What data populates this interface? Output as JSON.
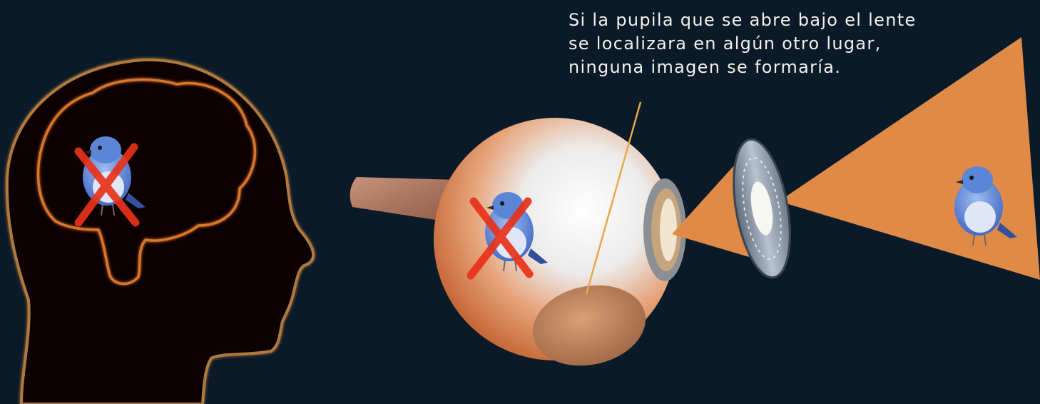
{
  "caption": {
    "lines": [
      "Si la pupila que se abre bajo el lente",
      "se localizara en algún otro lugar,",
      "ninguna imagen se formaría."
    ]
  },
  "colors": {
    "background": "#0b1a28",
    "head_fill": "#0a0604",
    "head_outline": "#b07a3c",
    "brain_outline": "#d9762c",
    "light_beam": "#e08a48",
    "cross": "#e8321a",
    "pointer_line": "#e8a848",
    "caption_text": "#f3f0ea"
  },
  "icons": [
    "head-silhouette-icon",
    "brain-icon",
    "bird-icon",
    "cross-mark-icon",
    "eyeball-icon",
    "optic-nerve-icon",
    "lens-icon",
    "pupil-icon",
    "light-cone-icon"
  ]
}
